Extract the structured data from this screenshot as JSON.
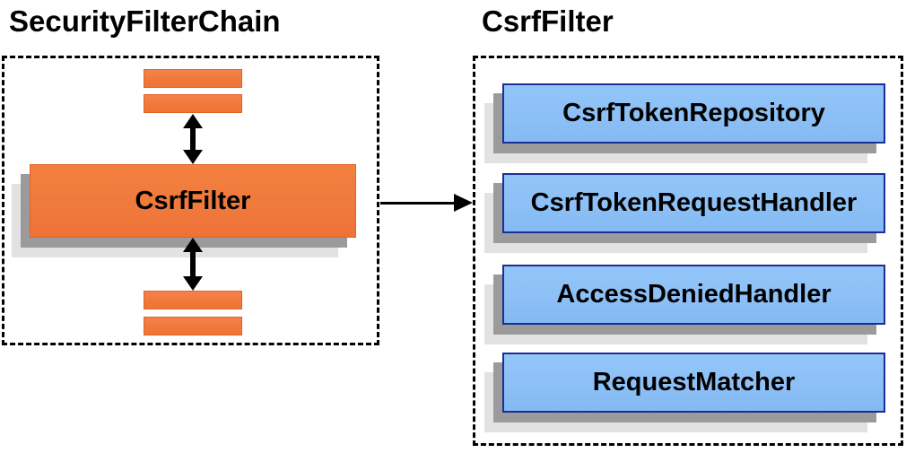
{
  "left_panel": {
    "title": "SecurityFilterChain",
    "filter_box_label": "CsrfFilter"
  },
  "right_panel": {
    "title": "CsrfFilter",
    "boxes": [
      {
        "label": "CsrfTokenRepository"
      },
      {
        "label": "CsrfTokenRequestHandler"
      },
      {
        "label": "AccessDeniedHandler"
      },
      {
        "label": "RequestMatcher"
      }
    ]
  },
  "colors": {
    "filter_orange": "#F0793C",
    "orange_border": "#E2632A",
    "component_blue": "#8CC0F6",
    "blue_border": "#1C2E96",
    "shadow_dark": "#9B9B9B",
    "shadow_light": "#E2E2E2",
    "arrow_black": "#000000",
    "dashed_border": "#000000"
  }
}
